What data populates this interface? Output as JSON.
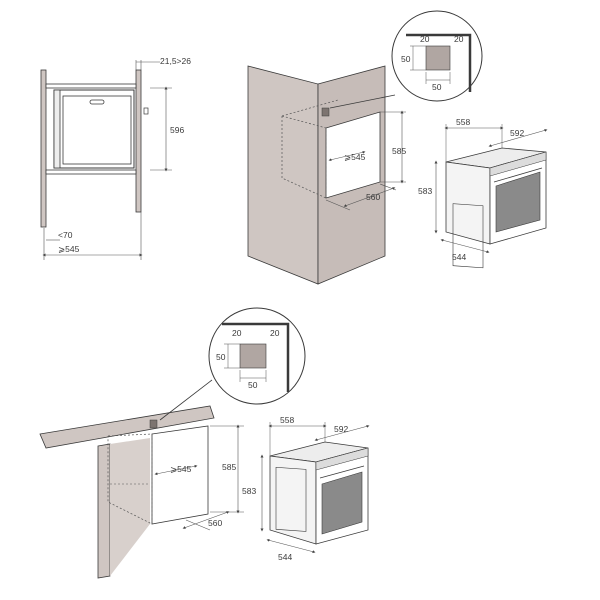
{
  "colors": {
    "wall": "#cfc6c2",
    "wall_dark": "#b9afab",
    "line": "#3a3a3a",
    "dim_line": "#555555",
    "oven_body": "#ededed",
    "oven_glass": "#8a8a8a",
    "vent_square": "#b0a6a2",
    "background": "#ffffff"
  },
  "side_view": {
    "gap_label": "21,5>26",
    "height_label": "596",
    "bottom_gap_label": "<70",
    "depth_label": "⩾545"
  },
  "tall_unit": {
    "vent_detail": {
      "vent_height": "50",
      "vent_width": "50",
      "offset_top": "20",
      "offset_side": "20"
    },
    "niche": {
      "height": "585",
      "depth": "⩾545",
      "width": "560"
    }
  },
  "oven_top": {
    "depth": "558",
    "width": "592",
    "height": "583",
    "body_depth": "544"
  },
  "under_counter": {
    "vent_detail": {
      "vent_height": "50",
      "vent_width": "50",
      "offset_top": "20",
      "offset_side": "20"
    },
    "niche": {
      "height": "585",
      "depth": "⩾545",
      "width": "560"
    }
  },
  "oven_bottom": {
    "depth": "558",
    "width": "592",
    "height": "583",
    "body_depth": "544"
  }
}
